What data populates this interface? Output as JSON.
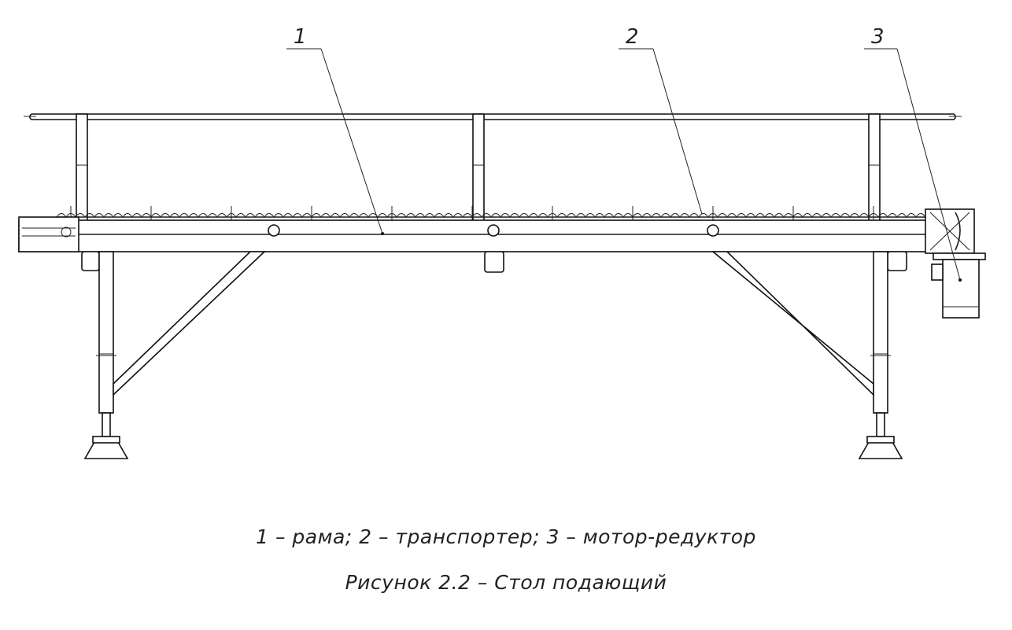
{
  "callouts": [
    {
      "number": "1"
    },
    {
      "number": "2"
    },
    {
      "number": "3"
    }
  ],
  "legend": "1 – рама; 2 – транспортер; 3 – мотор-редуктор",
  "caption": "Рисунок 2.2 – Стол подающий"
}
